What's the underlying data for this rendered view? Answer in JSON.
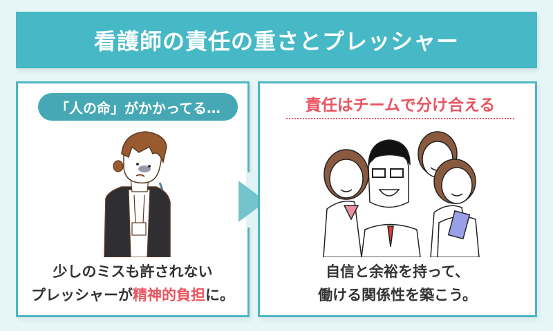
{
  "title": "看護師の責任の重さとプレッシャー",
  "left_panel": {
    "badge": "「人の命」がかかってる…",
    "illustration": "stressed-nurse-illustration",
    "caption_line1": "少しのミスも許されない",
    "caption_line2_prefix": "プレッシャーが",
    "caption_line2_accent": "精神的負担",
    "caption_line2_suffix": "に。"
  },
  "arrow": "arrow-right-icon",
  "right_panel": {
    "heading": "責任はチームで分け合える",
    "illustration": "medical-team-illustration",
    "caption_line1": "自信と余裕を持って、",
    "caption_line2": "働ける関係性を築こう。"
  },
  "colors": {
    "teal": "#46b8c6",
    "pill": "#46a8b4",
    "accent_red": "#e95560",
    "background": "#e6f5f6",
    "text": "#333333"
  }
}
